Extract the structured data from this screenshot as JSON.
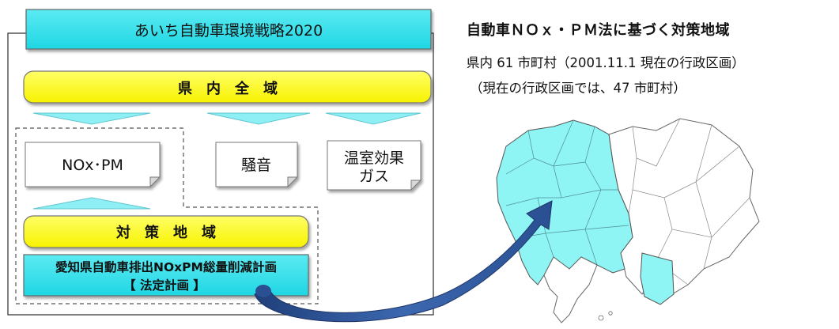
{
  "diagram": {
    "strategy_title": "あいち自動車環境戦略2020",
    "whole_prefecture": "県　内　全　域",
    "nox_pm": "NOx･PM",
    "noise": "騒音",
    "ghg_line1": "温室効果",
    "ghg_line2": "ガス",
    "measures_area": "対　策　地　域",
    "plan_line1": "愛知県自動車排出NOxPM総量削減計画",
    "plan_line2": "【 法定計画 】"
  },
  "map_info": {
    "title": "自動車ＮＯｘ・ＰＭ法に基づく対策地域",
    "line1": "県内 61 市町村（2001.11.1 現在の行政区画）",
    "line2": "（現在の行政区画では、47 市町村）"
  },
  "colors": {
    "cyan": "#33E0EC",
    "cyan_light": "#8EEFF5",
    "yellow": "#FFFF00",
    "map_cyan": "#8EF4F4",
    "arrow_blue": "#2F4F8F",
    "border": "#555555"
  }
}
